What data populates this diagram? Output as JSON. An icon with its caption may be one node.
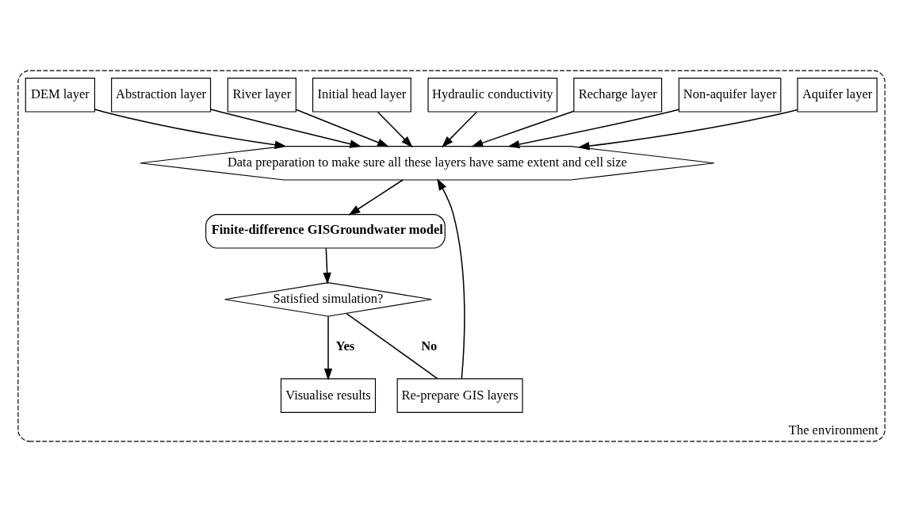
{
  "diagram": {
    "nodes": [
      {
        "text": [
          "The environment"
        ]
      },
      {
        "text": [
          "Aquifer layer"
        ],
        "in": 0
      },
      {
        "text": [
          "Non-aquifer layer"
        ],
        "in": 0
      },
      {
        "text": [
          "Recharge layer"
        ],
        "in": 0
      },
      {
        "text": [
          "Hydraulic conductivity"
        ],
        "in": 0
      },
      {
        "text": [
          "Initial head layer"
        ],
        "in": 0
      },
      {
        "text": [
          "River layer"
        ],
        "in": 0
      },
      {
        "text": [
          "Abstraction layer"
        ],
        "in": 0
      },
      {
        "text": [
          "DEM layer"
        ],
        "in": 0
      },
      {
        "text": [
          "Data preparation to make sure all these layers have same extent and cell size"
        ],
        "in": 0
      },
      {
        "text": [
          "Finite-difference GISGroundwater model"
        ],
        "in": 0
      },
      {
        "text": [
          "Re-prepare GIS layers"
        ],
        "in": 0
      },
      {
        "text": [
          "Visualise results"
        ],
        "in": 0
      },
      {
        "text": [
          "Satisfied simulation?"
        ],
        "in": 0
      }
    ],
    "edges": [
      {
        "from": 1,
        "to": 9,
        "arrow": "to"
      },
      {
        "from": 2,
        "to": 9,
        "arrow": "to"
      },
      {
        "from": 3,
        "to": 9,
        "arrow": "to"
      },
      {
        "from": 4,
        "to": 9,
        "arrow": "to"
      },
      {
        "from": 5,
        "to": 9,
        "arrow": "to"
      },
      {
        "from": 6,
        "to": 9,
        "arrow": "to"
      },
      {
        "from": 7,
        "to": 9,
        "arrow": "to"
      },
      {
        "from": 8,
        "to": 9,
        "arrow": "to"
      },
      {
        "from": 9,
        "to": 10,
        "arrow": "to"
      },
      {
        "from": 10,
        "to": 13,
        "arrow": "to"
      },
      {
        "from": 13,
        "to": 11,
        "arrow": "none",
        "label": "No"
      },
      {
        "from": 11,
        "to": 9,
        "arrow": "to"
      },
      {
        "from": 13,
        "to": 12,
        "arrow": "to",
        "label": "Yes"
      }
    ]
  }
}
